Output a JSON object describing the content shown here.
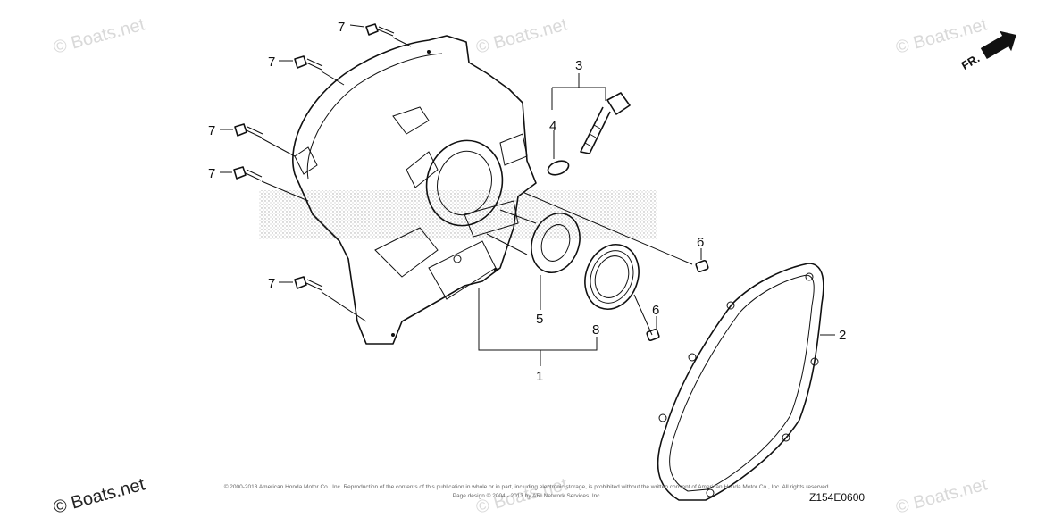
{
  "diagram": {
    "callouts": {
      "c1": "1",
      "c2": "2",
      "c3": "3",
      "c4": "4",
      "c5": "5",
      "c6a": "6",
      "c6b": "6",
      "c7a": "7",
      "c7b": "7",
      "c7c": "7",
      "c7d": "7",
      "c7e": "7",
      "c8": "8"
    },
    "direction_label": "FR.",
    "drawing_code": "Z154E0600",
    "copyright_line1": "© 2000-2013 American Honda Motor Co., Inc. Reproduction of the contents of this publication in whole or in part, including electronic storage, is prohibited without the written consent of American Honda Motor Co., Inc. All rights reserved.",
    "copyright_line2": "Page design © 2004 - 2013 by ARI Network Services, Inc.",
    "watermarks": {
      "w1": "© Boats.net",
      "w2": "© Boats.net",
      "w3": "© Boats.net",
      "w4": "© Boats.net",
      "w5": "© Boats.net",
      "w6": "© Boats.net"
    }
  }
}
